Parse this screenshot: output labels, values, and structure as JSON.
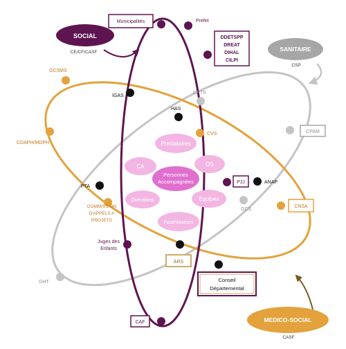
{
  "colors": {
    "purple": "#5e1450",
    "orange": "#e3a23c",
    "gray": "#c4c4c4",
    "gray_dark": "#8c8c8c",
    "black": "#111111",
    "pink_bubble": "#f3b6e3",
    "pink_center": "#e06fcf",
    "bubble_text": "#ffffff"
  },
  "sectors": {
    "social": {
      "label": "SOCIAL",
      "sub": "CE/CF/CASF"
    },
    "sanitaire": {
      "label": "SANITAIRE",
      "sub": "CSP"
    },
    "medico_social": {
      "label": "MEDICO-SOCIAL",
      "sub": "CASF"
    }
  },
  "boxes": {
    "municipalites": "Municipalités",
    "ddetspp": [
      "DDETSPP",
      "DREAT",
      "DIHAL",
      "CILPI"
    ],
    "cpam": "CPAM",
    "pjj": "PJJ",
    "cnsa": "CNSA",
    "ars": "ARS",
    "caf": "CAF",
    "conseil": [
      "Conseil",
      "Départemental"
    ]
  },
  "labels": {
    "prefet": "Préfet",
    "gcsms": "GCSMS",
    "cdaph": "CDAPH/MDPH",
    "cpts": "CPTS",
    "has": "HAS",
    "igas": "IGAS",
    "cvs": "CVS",
    "anap": "ANAP",
    "pta": "PTA",
    "gcs": "GCS",
    "commission": [
      "COMMISSION",
      "D'APPELS A",
      "PROJETS"
    ],
    "juges": [
      "Juges des",
      "Enfants"
    ],
    "ght": "GHT"
  },
  "bubbles": {
    "center": [
      "Personnes",
      "Accompagnées"
    ],
    "prestataires": "Prestataires",
    "ca": "CA",
    "os": "OS",
    "directions": "Directions",
    "equipes": "Equipes",
    "fournisseurs": "Fournisseurs"
  }
}
